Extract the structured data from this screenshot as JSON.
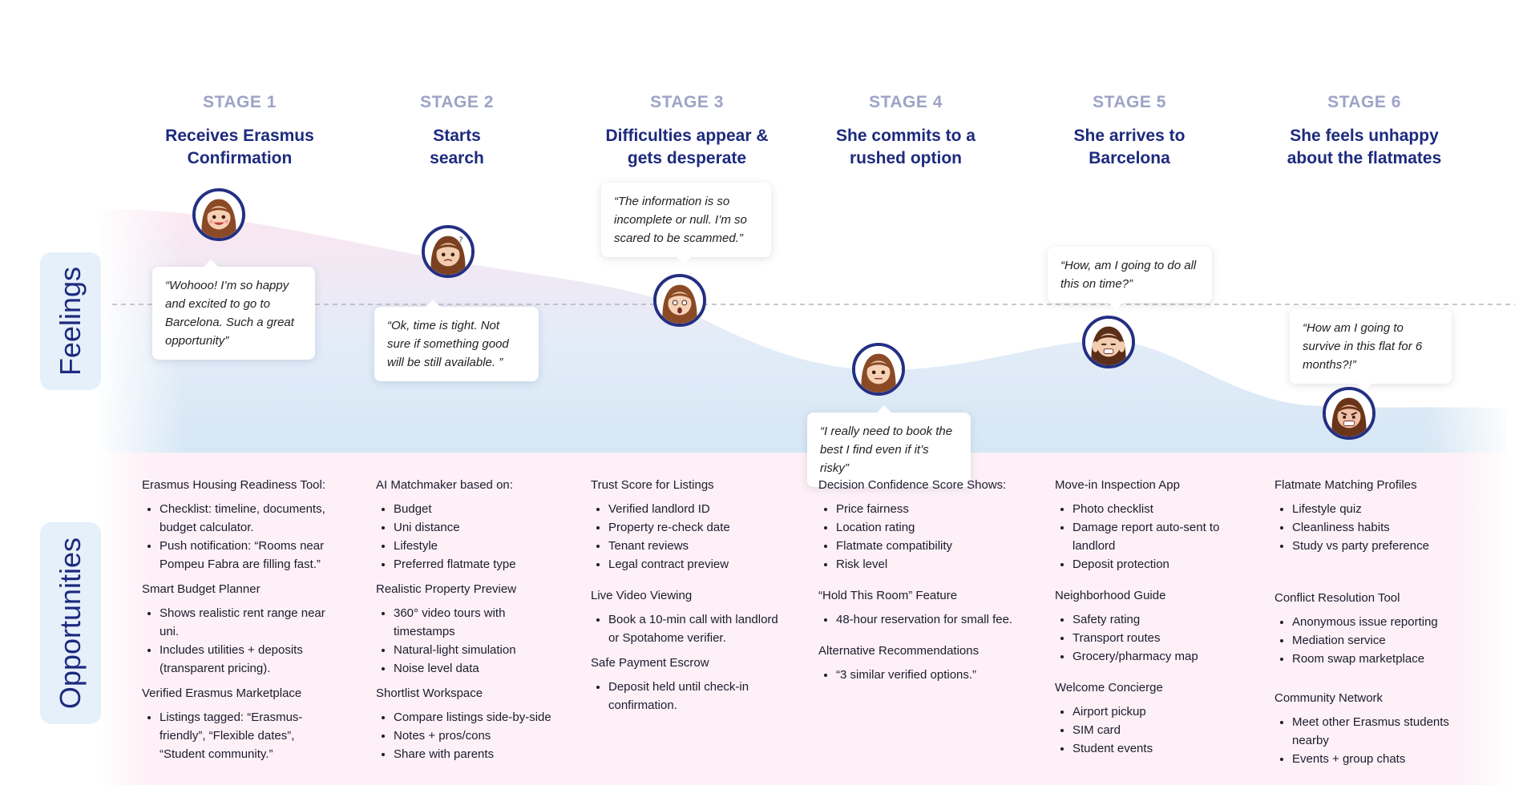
{
  "stages": [
    {
      "label": "STAGE 1",
      "title": "Receives Erasmus\nConfirmation"
    },
    {
      "label": "STAGE 2",
      "title": "Starts\nsearch"
    },
    {
      "label": "STAGE 3",
      "title": "Difficulties appear &\ngets desperate"
    },
    {
      "label": "STAGE 4",
      "title": "She commits to a\nrushed option"
    },
    {
      "label": "STAGE 5",
      "title": "She arrives to\nBarcelona"
    },
    {
      "label": "STAGE 6",
      "title": "She feels unhappy\nabout the flatmates"
    }
  ],
  "rows": {
    "feelings": "Feelings",
    "opportunities": "Opportunities"
  },
  "quotes": [
    "“Wohooo! I’m so happy and excited to go to Barcelona. Such a great opportunity”",
    "“Ok, time is tight. Not sure if  something good will be still available. ”",
    "“The information is so incomplete or null. I’m so scared to be scammed.”",
    "“I really need to book the best I find even if it’s risky”",
    "“How, am I going to do all this on time?”",
    "“How am I going to survive in this flat for 6 months?!”"
  ],
  "colors": {
    "navy": "#1d2a7e",
    "stage_gray": "#9da3c6",
    "feelings_bg": "#e6f0fa",
    "opportunities_bg": "#fdf0f6"
  },
  "opportunities": [
    {
      "sections": [
        {
          "title": "Erasmus Housing Readiness Tool:",
          "items": [
            "Checklist: timeline, documents, budget calculator.",
            "Push notification: “Rooms near Pompeu Fabra are filling fast.”"
          ]
        },
        {
          "title": "Smart Budget Planner",
          "items": [
            "Shows realistic rent range near uni.",
            "Includes utilities + deposits (transparent pricing)."
          ]
        },
        {
          "title": "Verified Erasmus Marketplace",
          "items": [
            "Listings tagged: “Erasmus-friendly”, “Flexible dates”, “Student community.”"
          ]
        }
      ]
    },
    {
      "sections": [
        {
          "title": "AI Matchmaker based on:",
          "items": [
            "Budget",
            "Uni distance",
            "Lifestyle",
            "Preferred flatmate type"
          ]
        },
        {
          "title": "Realistic Property Preview",
          "items": [
            "360° video tours with timestamps",
            "Natural-light simulation",
            "Noise level data"
          ]
        },
        {
          "title": "Shortlist Workspace",
          "items": [
            "Compare listings side-by-side",
            "Notes + pros/cons",
            "Share with parents"
          ]
        }
      ]
    },
    {
      "sections": [
        {
          "title": "Trust Score for Listings",
          "items": [
            "Verified landlord ID",
            "Property re-check date",
            "Tenant reviews",
            "Legal contract preview"
          ]
        },
        {
          "title": "Live Video Viewing",
          "items": [
            "Book a 10-min call with landlord or Spotahome verifier."
          ]
        },
        {
          "title": "Safe Payment Escrow",
          "items": [
            "Deposit held until check-in confirmation."
          ]
        }
      ]
    },
    {
      "sections": [
        {
          "title": "Decision Confidence Score Shows:",
          "items": [
            "Price fairness",
            "Location rating",
            "Flatmate compatibility",
            "Risk level"
          ]
        },
        {
          "title": "“Hold This Room” Feature",
          "items": [
            "48-hour reservation for small fee."
          ]
        },
        {
          "title": "Alternative Recommendations",
          "items": [
            "“3 similar verified options.”"
          ]
        }
      ]
    },
    {
      "sections": [
        {
          "title": "Move-in Inspection App",
          "items": [
            "Photo checklist",
            "Damage report auto-sent to landlord",
            "Deposit protection"
          ]
        },
        {
          "title": "Neighborhood Guide",
          "items": [
            "Safety rating",
            "Transport routes",
            "Grocery/pharmacy map"
          ]
        },
        {
          "title": "Welcome Concierge",
          "items": [
            "Airport pickup",
            "SIM card",
            "Student events"
          ]
        }
      ]
    },
    {
      "sections": [
        {
          "title": "Flatmate Matching Profiles",
          "items": [
            "Lifestyle quiz",
            "Cleanliness habits",
            "Study vs party preference"
          ]
        },
        {
          "title": "Conflict Resolution Tool",
          "items": [
            "Anonymous issue reporting",
            "Mediation service",
            "Room swap marketplace"
          ]
        },
        {
          "title": "Community Network",
          "items": [
            "Meet other Erasmus students nearby",
            "Events + group chats"
          ]
        }
      ]
    }
  ]
}
